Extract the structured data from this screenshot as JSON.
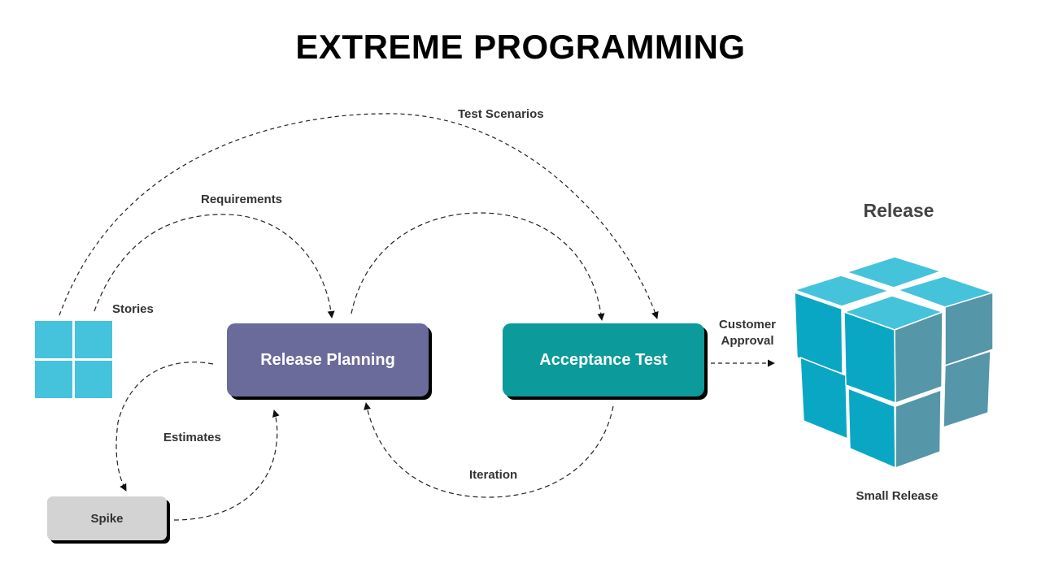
{
  "title": "EXTREME PROGRAMMING",
  "nodes": {
    "release_planning": "Release Planning",
    "acceptance_test": "Acceptance Test",
    "spike": "Spike"
  },
  "labels": {
    "test_scenarios": "Test Scenarios",
    "requirements": "Requirements",
    "stories": "Stories",
    "estimates": "Estimates",
    "iteration": "Iteration",
    "customer_approval_line1": "Customer",
    "customer_approval_line2": "Approval",
    "release": "Release",
    "small_release": "Small Release"
  },
  "colors": {
    "release_planning": "#6b6b9b",
    "acceptance_test": "#0c9a9b",
    "spike": "#d3d3d3",
    "stories_tile": "#45c3dd",
    "cube_top": "#45c3db",
    "cube_front": "#0aa7c4",
    "cube_side": "#5596a8"
  },
  "icons": {
    "stories": "grid-tiles-icon",
    "release": "cube-icon"
  }
}
